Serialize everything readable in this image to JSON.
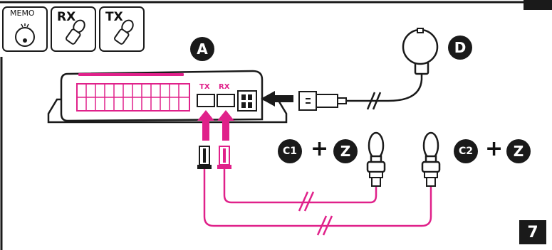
{
  "toolbar": {
    "memo_label": "MEMO",
    "rx_label": "RX",
    "tx_label": "TX"
  },
  "labels": {
    "a": "A",
    "d": "D",
    "c1": "C1",
    "c2": "C2",
    "z1": "Z",
    "z2": "Z",
    "plus": "+",
    "tx_port": "TX",
    "rx_port": "RX"
  },
  "page_number": "7",
  "colors": {
    "wire": "#e0218a",
    "ink": "#1a1a1a"
  }
}
